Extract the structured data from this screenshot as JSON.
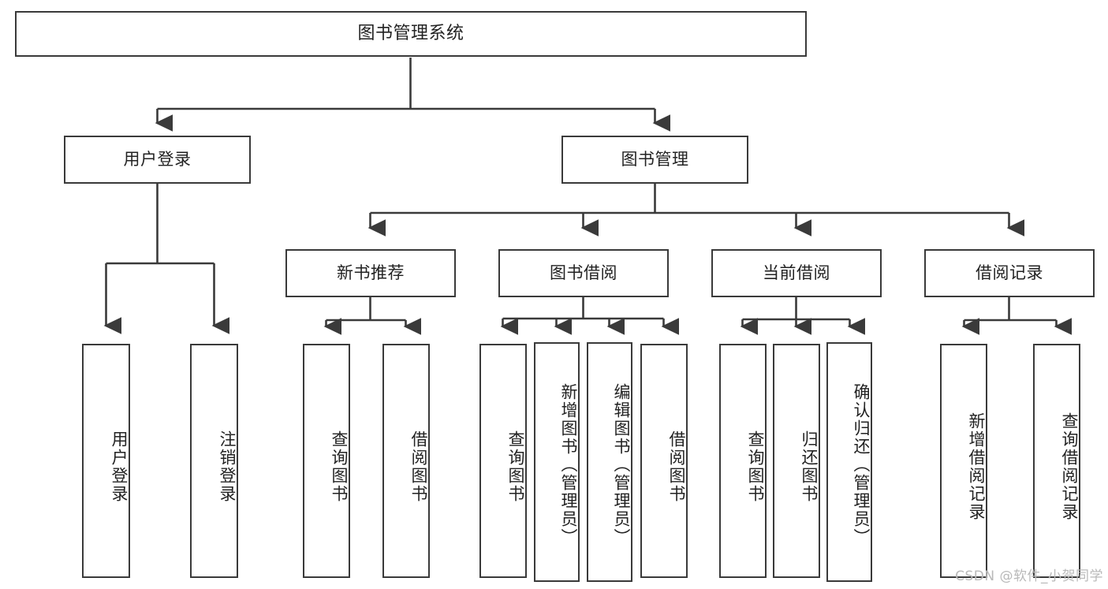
{
  "diagram": {
    "title": "图书管理系统",
    "watermark": "CSDN @软件_小贺同学",
    "levels": {
      "root": {
        "label": "图书管理系统"
      },
      "level2": [
        {
          "label": "用户登录"
        },
        {
          "label": "图书管理"
        }
      ],
      "level3": [
        {
          "label": "新书推荐"
        },
        {
          "label": "图书借阅"
        },
        {
          "label": "当前借阅"
        },
        {
          "label": "借阅记录"
        }
      ],
      "leaves": [
        {
          "label": "用户登录"
        },
        {
          "label": "注销登录"
        },
        {
          "label": "查询图书"
        },
        {
          "label": "借阅图书"
        },
        {
          "label": "查询图书"
        },
        {
          "label": "新增图书（管理员）"
        },
        {
          "label": "编辑图书（管理员）"
        },
        {
          "label": "借阅图书"
        },
        {
          "label": "查询图书"
        },
        {
          "label": "归还图书"
        },
        {
          "label": "确认归还（管理员）"
        },
        {
          "label": "新增借阅记录"
        },
        {
          "label": "查询借阅记录"
        }
      ]
    },
    "colors": {
      "stroke": "#3a3a3a",
      "fill": "#ffffff",
      "text": "#222222",
      "watermark": "#b9b9b9"
    }
  }
}
